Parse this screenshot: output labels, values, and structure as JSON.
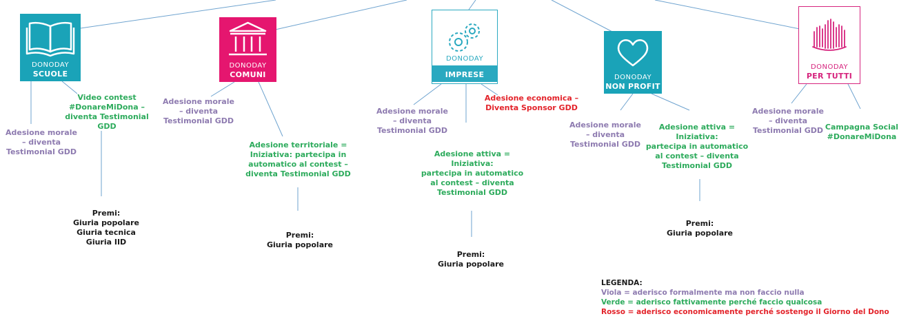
{
  "boxes": {
    "scuole": {
      "brand": "DONODAY",
      "name": "SCUOLE",
      "color": "#1aa3b8",
      "icon": "book-icon"
    },
    "comuni": {
      "brand": "DONODAY",
      "name": "COMUNI",
      "color": "#e5166f",
      "icon": "town-hall-icon"
    },
    "imprese": {
      "brand": "DONODAY",
      "name": "IMPRESE",
      "color": "#2aa9c0",
      "icon": "gears-icon"
    },
    "nonprofit": {
      "brand": "DONODAY",
      "name": "NON PROFIT",
      "color": "#1aa3b8",
      "icon": "heart-icon"
    },
    "pertutti": {
      "brand": "DONODAY",
      "name": "PER TUTTI",
      "color": "#d6237d",
      "icon": "raised-hands-icon"
    }
  },
  "nodes": {
    "scuole_morale": "Adesione morale\n– diventa\nTestimonial GDD",
    "scuole_video": "Video contest\n#DonareMiDona –\ndiventa Testimonial GDD",
    "scuole_premi": "Premi:\nGiuria popolare\nGiuria tecnica\nGiuria IID",
    "comuni_morale": "Adesione morale\n– diventa\nTestimonial GDD",
    "comuni_territoriale": "Adesione territoriale =\nIniziativa: partecipa in\nautomatico al contest –\ndiventa Testimonial GDD",
    "comuni_premi": "Premi:\nGiuria popolare",
    "imprese_morale": "Adesione morale\n– diventa\nTestimonial GDD",
    "imprese_economica": "Adesione economica –\nDiventa Sponsor GDD",
    "imprese_attiva": "Adesione attiva =\nIniziativa:\npartecipa in automatico\nal contest – diventa\nTestimonial GDD",
    "imprese_premi": "Premi:\nGiuria popolare",
    "nonprofit_morale": "Adesione morale\n– diventa\nTestimonial GDD",
    "nonprofit_attiva": "Adesione attiva =\nIniziativa:\npartecipa in automatico\nal contest – diventa\nTestimonial GDD",
    "nonprofit_premi": "Premi:\nGiuria popolare",
    "pertutti_morale": "Adesione morale\n– diventa\nTestimonial GDD",
    "pertutti_social": "Campagna Social\n#DonareMiDona"
  },
  "legend": {
    "title": "LEGENDA:",
    "viola": "Viola = aderisco formalmente ma non faccio nulla",
    "verde": "Verde = aderisco fattivamente perché faccio qualcosa",
    "rosso": "Rosso = aderisco economicamente perché sostengo il Giorno del Dono"
  },
  "colors": {
    "purple": "#8e7bb0",
    "green": "#2dab5c",
    "red": "#e3232a",
    "line": "#6ea3cf"
  }
}
